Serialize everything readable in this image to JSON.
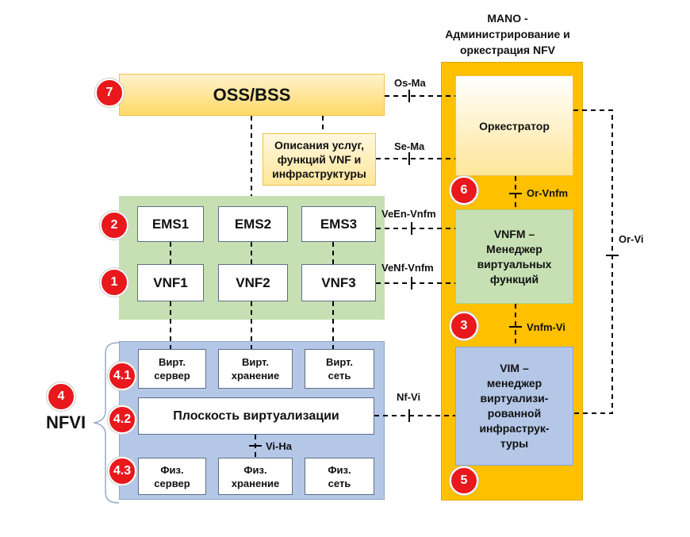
{
  "mano": {
    "title": "MANO -\nАдминистрирование и\nоркестрация NFV",
    "orchestrator": "Оркестратор",
    "vnfm": "VNFM –\nМенеджер\nвиртуальных\nфункций",
    "vim": "VIM –\nменеджер\nвиртуализи-\nрованной\nинфраструк-\nтуры"
  },
  "oss": "OSS/BSS",
  "service_desc": "Описания услуг,\nфункций VNF и\nинфраструктуры",
  "ems": [
    "EMS1",
    "EMS2",
    "EMS3"
  ],
  "vnf": [
    "VNF1",
    "VNF2",
    "VNF3"
  ],
  "nfvi": {
    "label": "NFVI",
    "virt": [
      "Вирт.\nсервер",
      "Вирт.\nхранение",
      "Вирт.\nсеть"
    ],
    "virt_layer": "Плоскость виртуализации",
    "phys": [
      "Физ.\nсервер",
      "Физ.\nхранение",
      "Физ.\nсеть"
    ]
  },
  "badges": {
    "b7": "7",
    "b2": "2",
    "b1": "1",
    "b4": "4",
    "b41": "4.1",
    "b42": "4.2",
    "b43": "4.3",
    "b6": "6",
    "b3": "3",
    "b5": "5"
  },
  "interfaces": {
    "os_ma": "Os-Ma",
    "se_ma": "Se-Ma",
    "or_vnfm": "Or-Vnfm",
    "veen_vnfm": "VeEn-Vnfm",
    "venf_vnfm": "VeNf-Vnfm",
    "vnfm_vi": "Vnfm-Vi",
    "nf_vi": "Nf-Vi",
    "vi_ha": "Vi-Ha",
    "or_vi": "Or-Vi"
  },
  "colors": {
    "mano_bg": "#ffc000",
    "green_bg": "#c6e0b4",
    "blue_bg": "#b4c7e7",
    "badge": "#e8181d"
  }
}
